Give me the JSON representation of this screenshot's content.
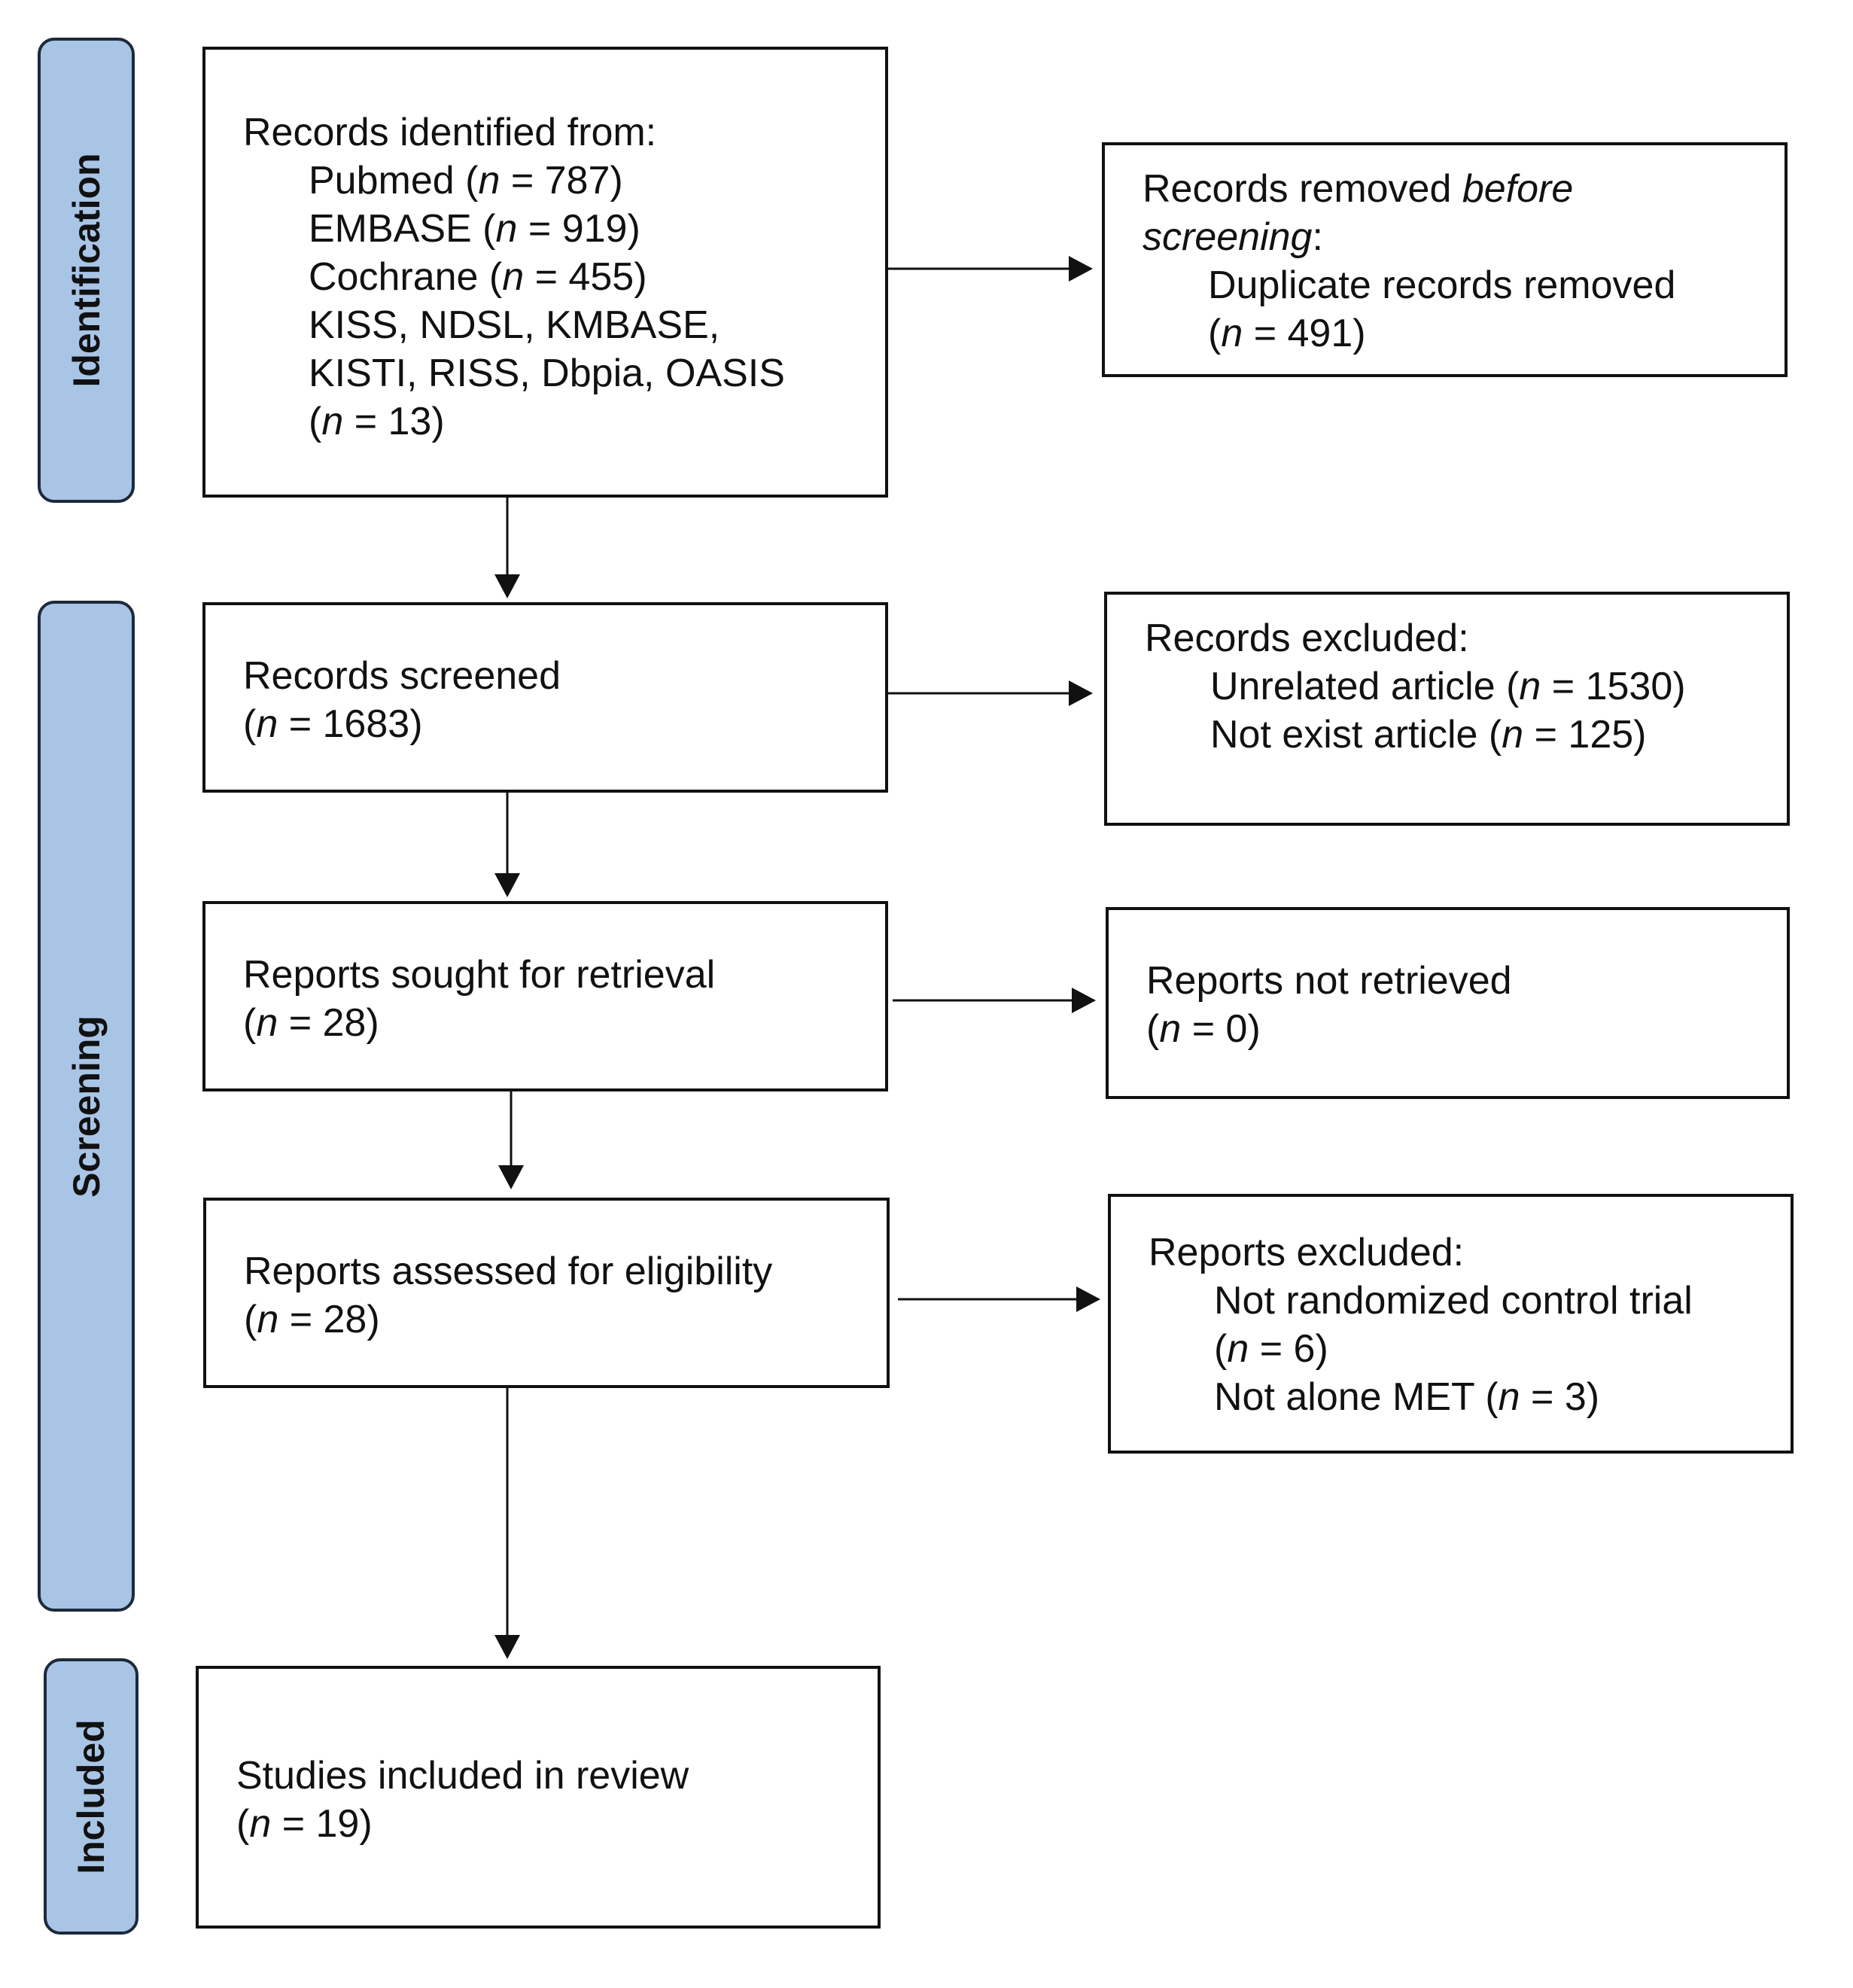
{
  "phases": {
    "identification": "Identification",
    "screening": "Screening",
    "included": "Included"
  },
  "identified": {
    "title": "Records identified from:",
    "lines": [
      "Pubmed (",
      "EMBASE (",
      "Cochrane (",
      "KISS, NDSL, KMBASE,",
      "KISTI, RISS, Dbpia, OASIS"
    ],
    "pubmed": "787",
    "embase": "919",
    "cochrane": "455",
    "korean": "13"
  },
  "removed": {
    "title_a": "Records removed ",
    "title_b": "before",
    "title_c": "screening",
    "title_d": ":",
    "line": "Duplicate records removed",
    "n": "491"
  },
  "screened": {
    "title": "Records screened",
    "n": "1683"
  },
  "excluded": {
    "title": "Records excluded:",
    "unrelated": "Unrelated article (",
    "unrelated_n": "1530",
    "notexist": "Not exist article (",
    "notexist_n": "125"
  },
  "sought": {
    "title": "Reports sought for retrieval",
    "n": "28"
  },
  "notretrieved": {
    "title": "Reports not retrieved",
    "n": "0"
  },
  "assessed": {
    "title": "Reports assessed for eligibility",
    "n": "28"
  },
  "reportsexcluded": {
    "title": "Reports excluded:",
    "rct": "Not randomized control trial",
    "rct_n": "6",
    "met": "Not alone MET (",
    "met_n": "3"
  },
  "included": {
    "title": "Studies included in review",
    "n": "19"
  }
}
